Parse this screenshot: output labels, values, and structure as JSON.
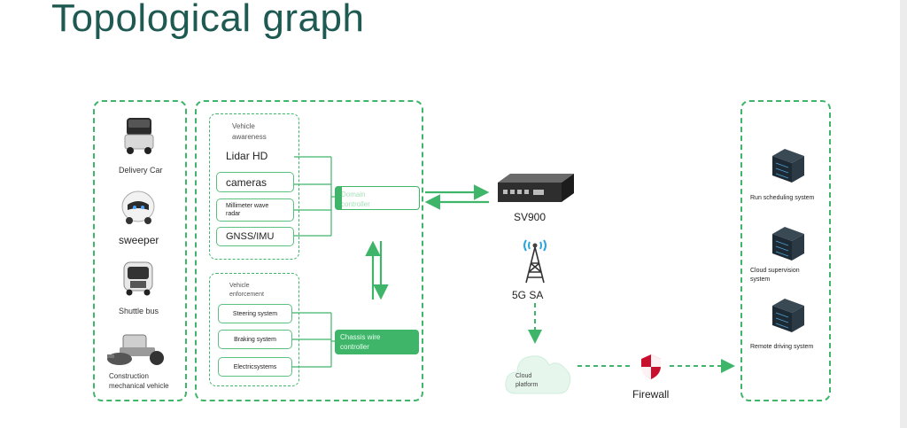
{
  "title": "Topological graph",
  "vehicles": [
    {
      "label": "Delivery Car",
      "icon": "delivery-car-icon"
    },
    {
      "label": "sweeper",
      "icon": "sweeper-icon"
    },
    {
      "label": "Shuttle bus",
      "icon": "shuttle-bus-icon"
    },
    {
      "label": "Construction\nmechanical vehicle",
      "icon": "construction-vehicle-icon"
    }
  ],
  "awareness": {
    "label": "Vehicle\nawareness",
    "items": [
      "Lidar HD",
      "cameras",
      "Millimeter wave\nradar",
      "GNSS/IMU"
    ]
  },
  "enforcement": {
    "label": "Vehicle\nenforcement",
    "items": [
      "Steering system",
      "Braking system",
      "Electricsystems"
    ]
  },
  "domain_controller": "Domain\ncontroller",
  "chassis_controller": "Chassis wire\ncontroller",
  "router": "SV900",
  "network": "5G SA",
  "cloud": "Cloud\nplatform",
  "firewall": "Firewall",
  "systems": [
    "Run scheduling system",
    "Cloud supervision\nsystem",
    "Remote driving system"
  ],
  "colors": {
    "accent": "#3fb56a",
    "title": "#1f5a52"
  }
}
